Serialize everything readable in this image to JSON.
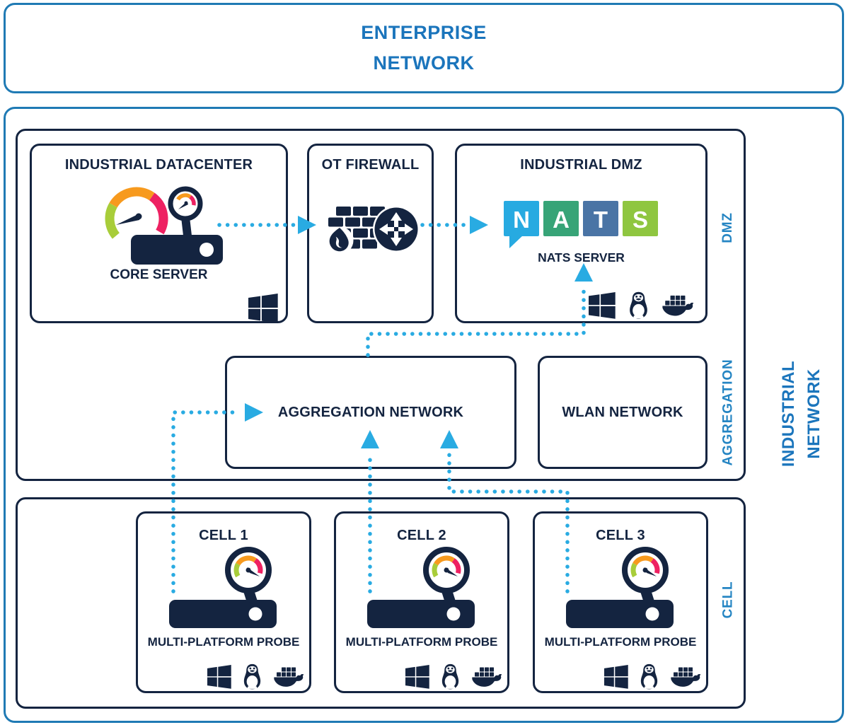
{
  "colors": {
    "navy": "#142440",
    "blue_border": "#1f7ab4",
    "blue_text": "#1b75bc",
    "zone_label_blue": "#2585c3",
    "arrow_dot_blue": "#29abe2",
    "gauge_green": "#a8cd3a",
    "gauge_orange": "#f79a1e",
    "gauge_pink": "#ee2162",
    "nats_n_tile": "#27aae1",
    "nats_a_tile": "#37a477",
    "nats_t_tile": "#4a74a5",
    "nats_s_tile": "#8fc640"
  },
  "enterprise": {
    "line1": "ENTERPRISE",
    "line2": "NETWORK"
  },
  "industrial_label": {
    "line1": "INDUSTRIAL",
    "line2": "NETWORK"
  },
  "zone_labels": {
    "dmz": "DMZ",
    "aggregation": "AGGREGATION",
    "cell": "CELL"
  },
  "datacenter": {
    "title": "INDUSTRIAL DATACENTER",
    "caption": "CORE SERVER"
  },
  "firewall": {
    "title": "OT FIREWALL"
  },
  "dmz_box": {
    "title": "INDUSTRIAL DMZ",
    "caption": "NATS SERVER",
    "nats_letters": [
      "N",
      "A",
      "T",
      "S"
    ]
  },
  "aggregation_box": {
    "title": "AGGREGATION NETWORK"
  },
  "wlan_box": {
    "title": "WLAN NETWORK"
  },
  "cells": [
    {
      "title": "CELL 1",
      "caption": "MULTI-PLATFORM PROBE"
    },
    {
      "title": "CELL 2",
      "caption": "MULTI-PLATFORM PROBE"
    },
    {
      "title": "CELL 3",
      "caption": "MULTI-PLATFORM PROBE"
    }
  ],
  "icons": {
    "windows": "windows-icon",
    "linux": "linux-tux-icon",
    "docker": "docker-whale-icon",
    "probe": "gauge-probe-icon",
    "firewall": "firewall-router-icon",
    "arrows": "dotted-arrow"
  }
}
